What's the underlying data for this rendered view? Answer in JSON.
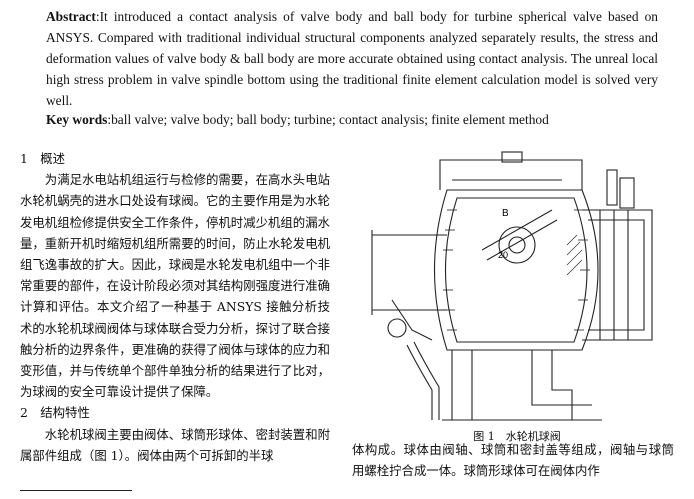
{
  "abstract": {
    "label": "Abstract",
    "text": ":It introduced a contact analysis of valve body and ball body for turbine spherical valve based on ANSYS. Compared with traditional individual structural components analyzed separately results, the stress and deformation values of valve body & ball body are more accurate obtained using contact analysis. The unreal local high stress problem in valve spindle bottom using the traditional finite element calculation model is solved very well."
  },
  "keywords": {
    "label": "Key words",
    "text": ":ball valve; valve body; ball body; turbine; contact analysis; finite element method"
  },
  "section1": {
    "heading": "1　概述",
    "paragraph": "为满足水电站机组运行与检修的需要，在高水头电站水轮机蜗壳的进水口处设有球阀。它的主要作用是为水轮发电机组检修提供安全工作条件，停机时减少机组的漏水量，重新开机时缩短机组所需要的时间，防止水轮发电机组飞逸事故的扩大。因此，球阀是水轮发电机组中一个非常重要的部件，在设计阶段必须对其结构刚强度进行准确计算和评估。本文介绍了一种基于 ANSYS 接触分析技术的水轮机球阀阀体与球体联合受力分析，探讨了联合接触分析的边界条件，更准确的获得了阀体与球体的应力和变形值，并与传统单个部件单独分析的结果进行了比对，为球阀的安全可靠设计提供了保障。"
  },
  "section2": {
    "heading": "2　结构特性",
    "paragraph": "水轮机球阀主要由阀体、球筒形球体、密封装置和附属部件组成（图 1）。阀体由两个可拆卸的半球"
  },
  "figure": {
    "caption": "图 1　水轮机球阀",
    "label_a": "B",
    "label_b": "20"
  },
  "col2": {
    "paragraph": "体构成。球体由阀轴、球筒和密封盖等组成，阀轴与球筒用螺栓拧合成一体。球筒形球体可在阀体内作"
  }
}
